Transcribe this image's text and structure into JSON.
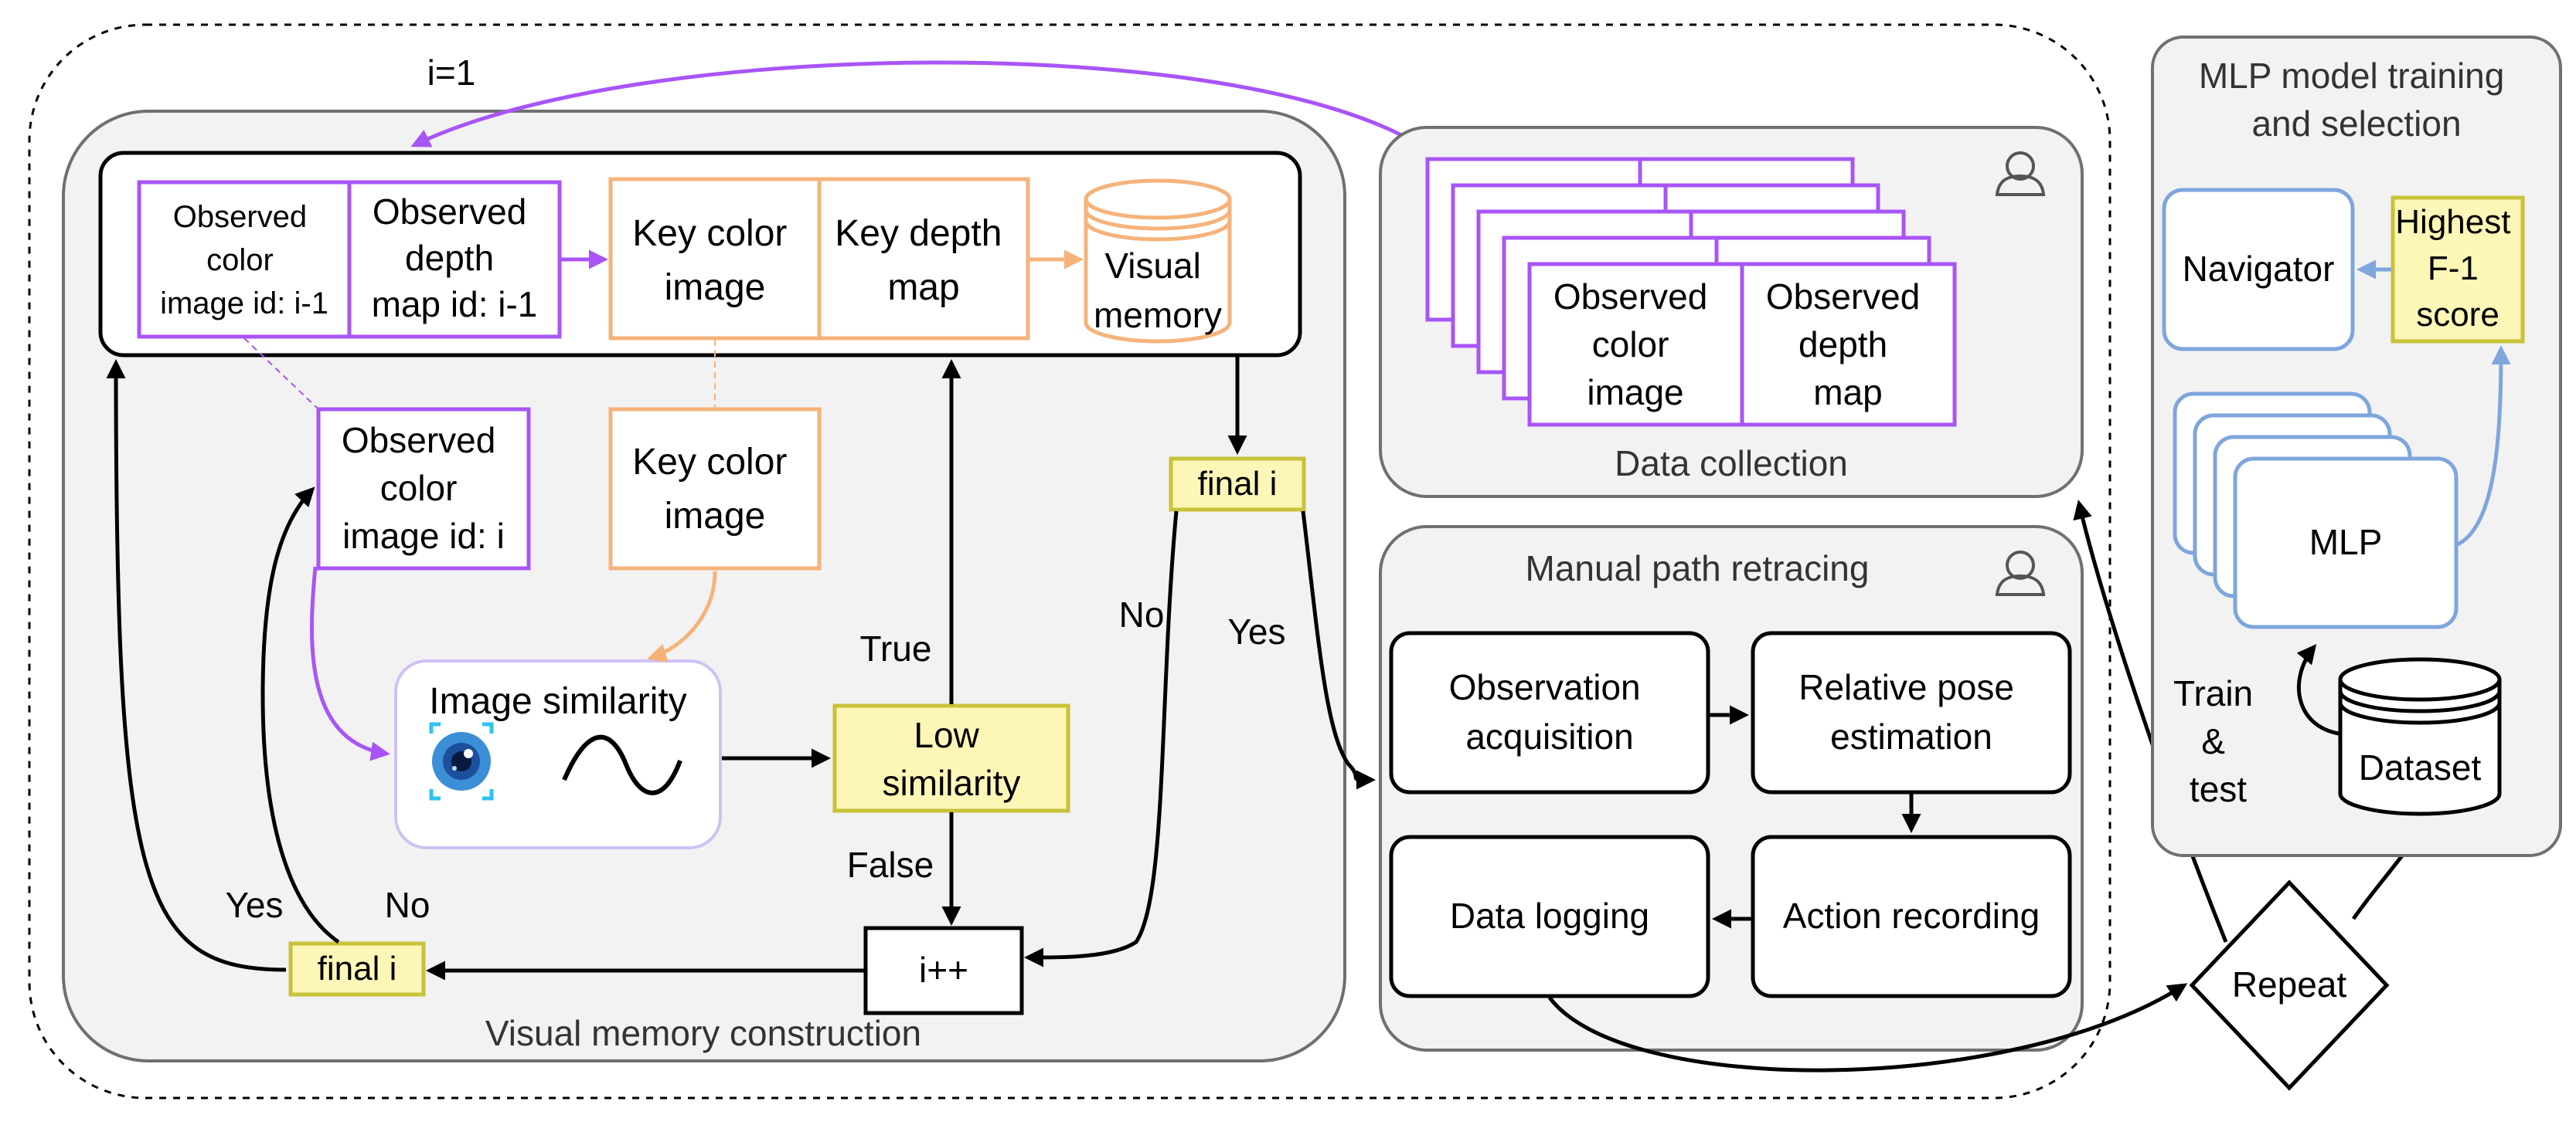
{
  "colors": {
    "purple": "#a855f7",
    "orange": "#f5b37a",
    "blue": "#7ea6dd",
    "yellow_fill": "#fcf7b6",
    "yellow_border": "#c9c23a",
    "panel_fill": "#f2f2f2",
    "panel_border": "#707070"
  },
  "labels": {
    "i_eq_1": "i=1",
    "true": "True",
    "false": "False",
    "no_mid": "No",
    "yes_mid": "Yes",
    "yes_left": "Yes",
    "no_left": "No",
    "train_test": [
      "Train",
      "&",
      "test"
    ]
  },
  "visual_memory_construction": {
    "title": "Visual memory construction",
    "obs_color_prev": [
      "Observed",
      "color",
      "image id: i-1"
    ],
    "obs_depth_prev": [
      "Observed",
      "depth",
      "map id: i-1"
    ],
    "key_color": [
      "Key color",
      "image"
    ],
    "key_depth": [
      "Key depth",
      "map"
    ],
    "visual_memory": [
      "Visual",
      "memory"
    ],
    "obs_color_cur": [
      "Observed",
      "color",
      "image id: i"
    ],
    "key_color_2": [
      "Key color",
      "image"
    ],
    "image_similarity": "Image similarity",
    "low_similarity": [
      "Low",
      "similarity"
    ],
    "i_plus_plus": "i++",
    "final_i_right": "final i",
    "final_i_left": "final i"
  },
  "data_collection": {
    "title": "Data collection",
    "obs_color": [
      "Observed",
      "color",
      "image"
    ],
    "obs_depth": [
      "Observed",
      "depth",
      "map"
    ],
    "user_icon": "user-icon"
  },
  "manual_path_retracing": {
    "title": "Manual path retracing",
    "observation": [
      "Observation",
      "acquisition"
    ],
    "relative_pose": [
      "Relative pose",
      "estimation"
    ],
    "data_logging": "Data logging",
    "action_recording": "Action recording",
    "user_icon": "user-icon"
  },
  "mlp_training": {
    "title": [
      "MLP model training",
      "and selection"
    ],
    "navigator": "Navigator",
    "highest": [
      "Highest",
      "F-1",
      "score"
    ],
    "mlp": "MLP",
    "dataset": "Dataset"
  },
  "repeat": "Repeat"
}
